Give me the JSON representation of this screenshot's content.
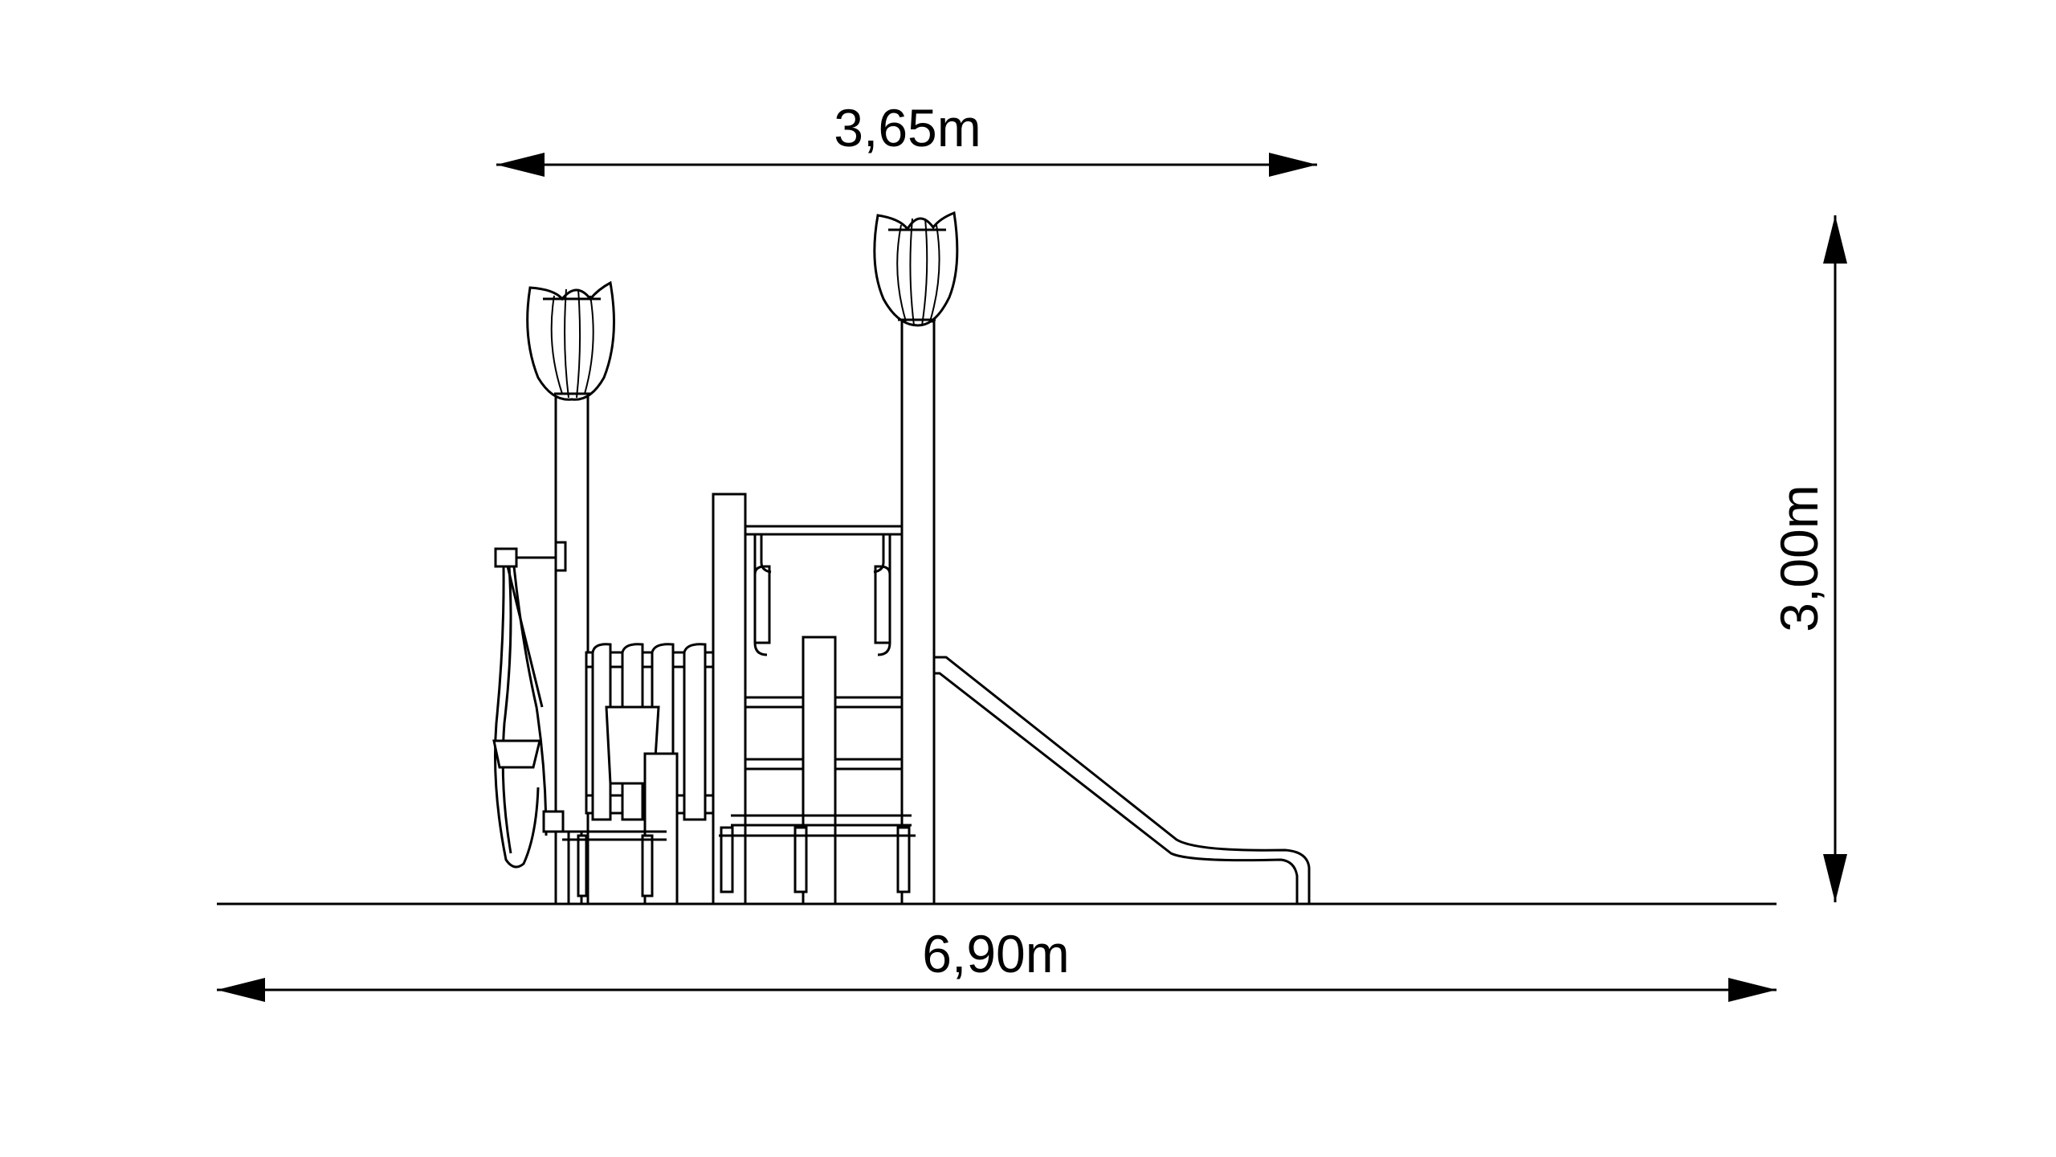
{
  "dimensions": {
    "top_width": "3,65m",
    "total_width": "6,90m",
    "height": "3,00m"
  },
  "colors": {
    "line": "#000000",
    "background": "#ffffff"
  }
}
